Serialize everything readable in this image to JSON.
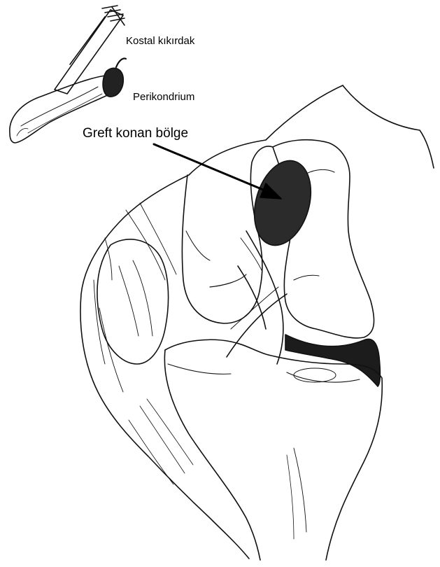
{
  "labels": {
    "costal_cartilage": "Kostal kıkırdak",
    "perichondrium": "Perikondrium",
    "graft_area": "Greft konan bölge"
  },
  "colors": {
    "ink": "#111111",
    "graft_fill": "#2b2b2b",
    "background": "#ffffff"
  }
}
